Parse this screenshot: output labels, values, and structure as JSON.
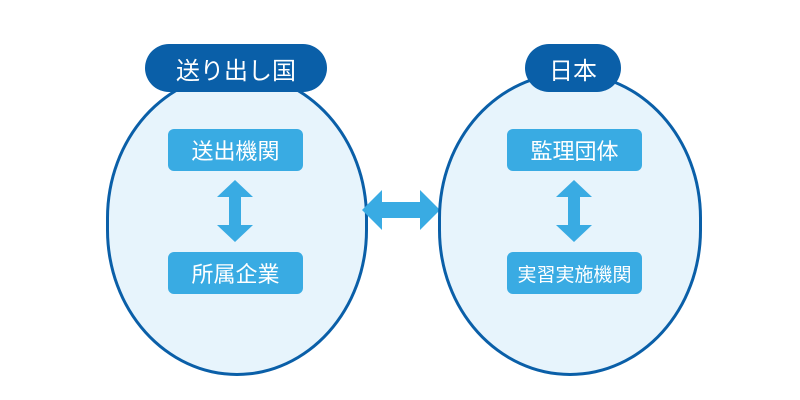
{
  "colors": {
    "panel_fill": "#e7f4fc",
    "panel_border": "#0a5fa8",
    "header_fill": "#0a5fa8",
    "node_fill": "#39abe3",
    "arrow": "#39abe3",
    "text_light": "#ffffff"
  },
  "left_group": {
    "title": "送り出し国",
    "top_node": "送出機関",
    "bottom_node": "所属企業"
  },
  "right_group": {
    "title": "日本",
    "top_node": "監理団体",
    "bottom_node": "実習実施機関"
  },
  "connectors": {
    "between_groups": "double-arrow-horizontal",
    "within_group": "double-arrow-vertical"
  }
}
